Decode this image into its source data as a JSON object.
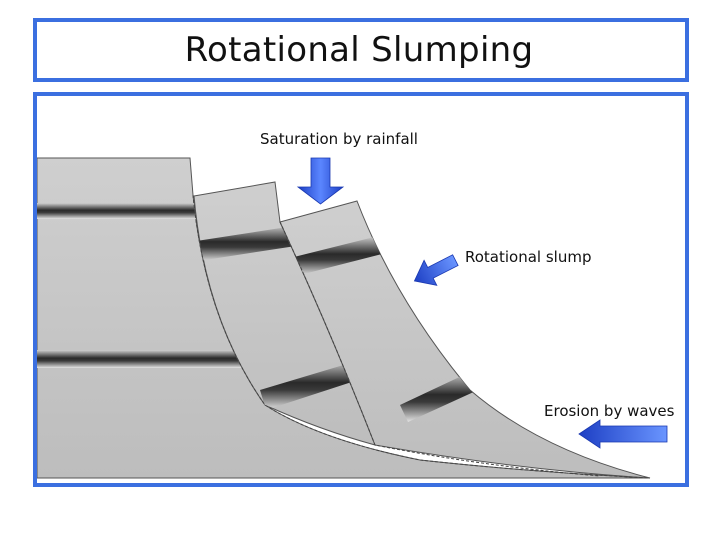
{
  "title": "Rotational Slumping",
  "labels": {
    "saturation": "Saturation by rainfall",
    "rotational_slump": "Rotational slump",
    "erosion": "Erosion by waves"
  },
  "colors": {
    "frame_blue": "#3b6fe0",
    "rock_gray": "#c4c4c4",
    "arrow_blue": "#2a55e0"
  },
  "icons": [
    "arrow-down-icon",
    "arrow-down-left-icon",
    "arrow-left-icon"
  ]
}
